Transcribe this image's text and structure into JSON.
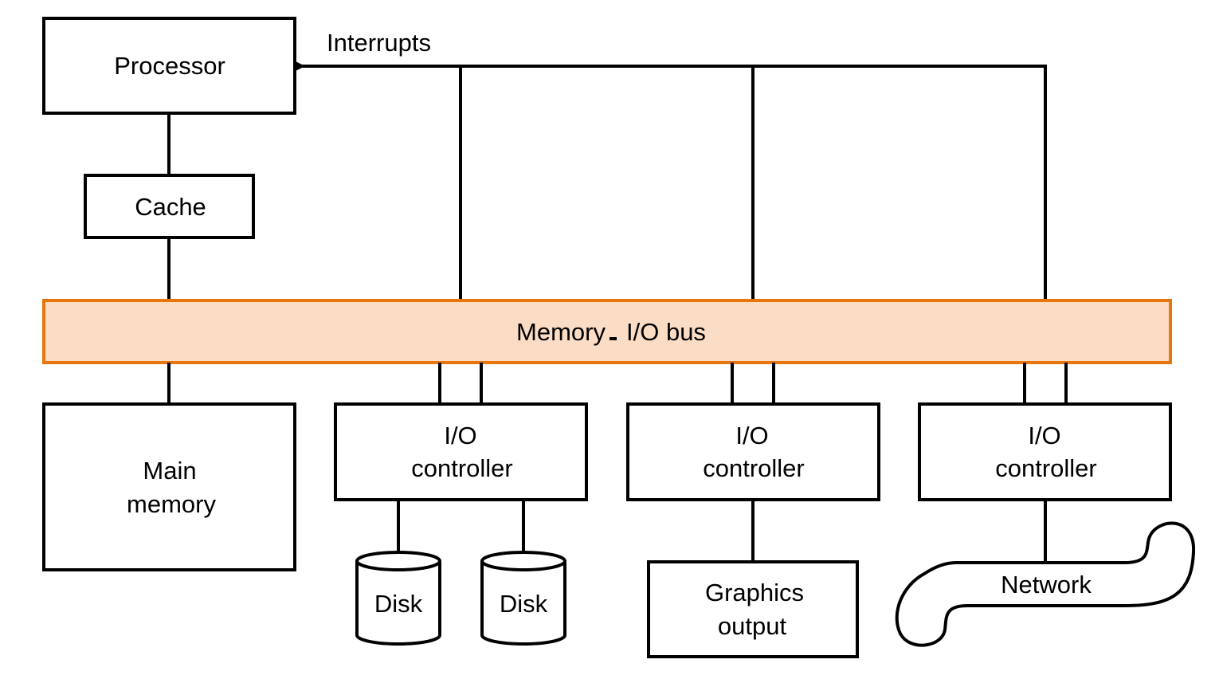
{
  "diagram": {
    "labels": {
      "processor": "Processor",
      "interrupts": "Interrupts",
      "cache": "Cache",
      "bus_left": "Memory",
      "bus_right": "I/O bus",
      "main_memory_line1": "Main",
      "main_memory_line2": "memory",
      "io_controller_line1": "I/O",
      "io_controller_line2": "controller",
      "disk": "Disk",
      "graphics_line1": "Graphics",
      "graphics_line2": "output",
      "network": "Network"
    },
    "colors": {
      "bus_fill": "#fbdcc4",
      "bus_stroke": "#e8760f",
      "line": "#000000",
      "background": "#ffffff"
    }
  }
}
